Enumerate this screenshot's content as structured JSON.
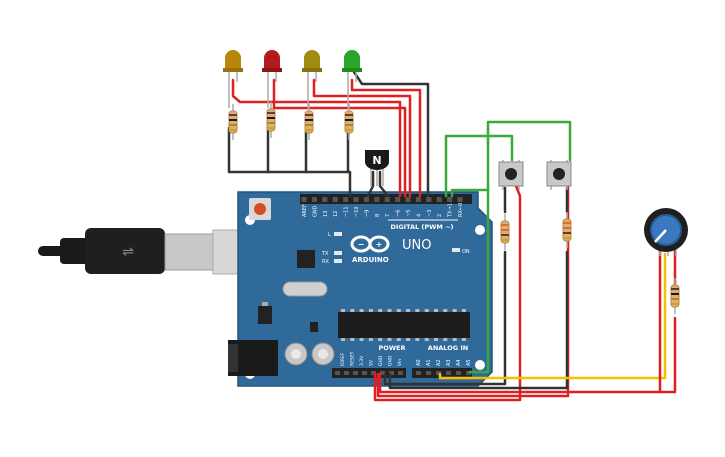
{
  "board": {
    "brand": "ARDUINO",
    "model": "UNO",
    "digital_header": "DIGITAL (PWM ~)",
    "analog_header": "ANALOG IN",
    "power_header": "POWER",
    "led_l": "L",
    "led_tx": "TX",
    "led_rx": "RX",
    "led_on": "ON",
    "digital_pins": [
      "AREF",
      "GND",
      "13",
      "12",
      "~11",
      "~10",
      "~9",
      "8",
      "7",
      "~6",
      "~5",
      "4",
      "~3",
      "2",
      "TX→1",
      "RX←0"
    ],
    "power_pins": [
      "IOREF",
      "RESET",
      "3.3V",
      "5V",
      "GND",
      "GND",
      "Vin"
    ],
    "analog_pins": [
      "A0",
      "A1",
      "A2",
      "A3",
      "A4",
      "A5"
    ]
  },
  "transistor": {
    "label": "N"
  },
  "colors": {
    "board": "#2f6a9a",
    "wire_red": "#e02020",
    "wire_black": "#333333",
    "wire_green": "#3aa83a",
    "wire_yellow": "#f2c200",
    "led_yellow": "#b8860b",
    "led_red": "#b01c1c",
    "led_olive": "#a08a10",
    "led_green": "#2aa52a"
  }
}
